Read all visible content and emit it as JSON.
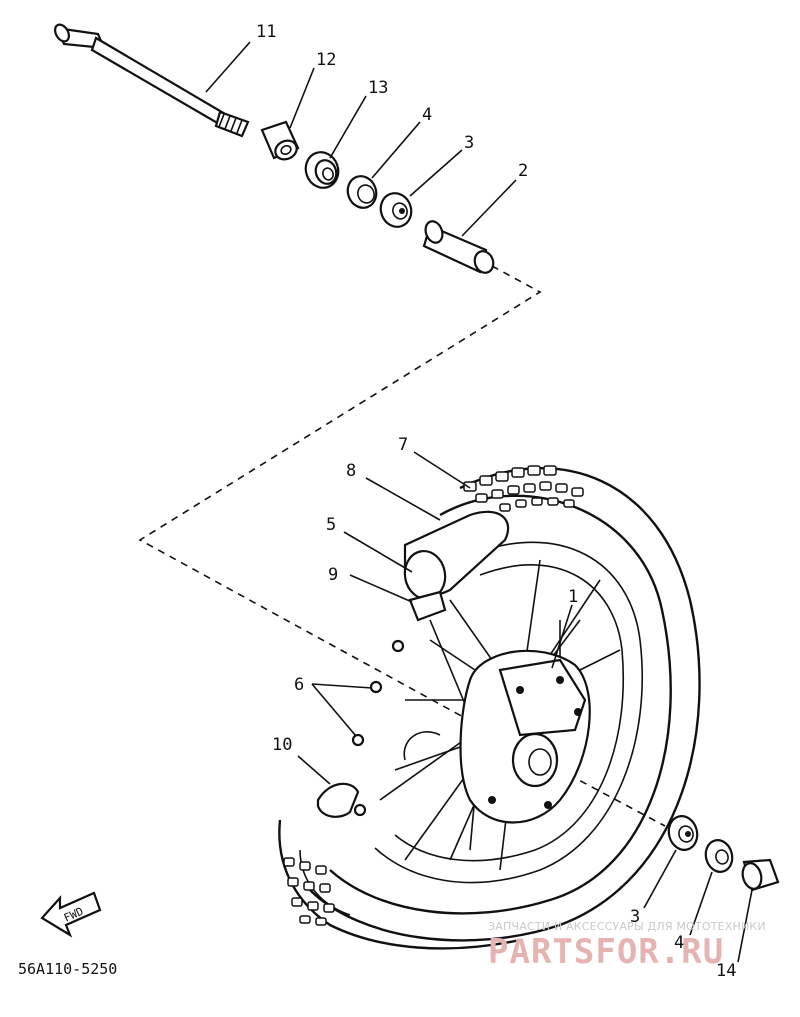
{
  "diagram": {
    "code": "56A110-5250",
    "fwd_label": "FWD",
    "callouts": [
      {
        "id": "c11",
        "label": "11"
      },
      {
        "id": "c12",
        "label": "12"
      },
      {
        "id": "c13",
        "label": "13"
      },
      {
        "id": "c4a",
        "label": "4"
      },
      {
        "id": "c3a",
        "label": "3"
      },
      {
        "id": "c2",
        "label": "2"
      },
      {
        "id": "c7",
        "label": "7"
      },
      {
        "id": "c8",
        "label": "8"
      },
      {
        "id": "c5",
        "label": "5"
      },
      {
        "id": "c9",
        "label": "9"
      },
      {
        "id": "c1",
        "label": "1"
      },
      {
        "id": "c6",
        "label": "6"
      },
      {
        "id": "c10",
        "label": "10"
      },
      {
        "id": "c3b",
        "label": "3"
      },
      {
        "id": "c4b",
        "label": "4"
      },
      {
        "id": "c14",
        "label": "14"
      }
    ]
  },
  "watermark": {
    "line1": "ЗАПЧАСТИ И АКСЕССУАРЫ ДЛЯ МОТОТЕХНИКИ",
    "line2": "PARTSFOR.RU"
  }
}
